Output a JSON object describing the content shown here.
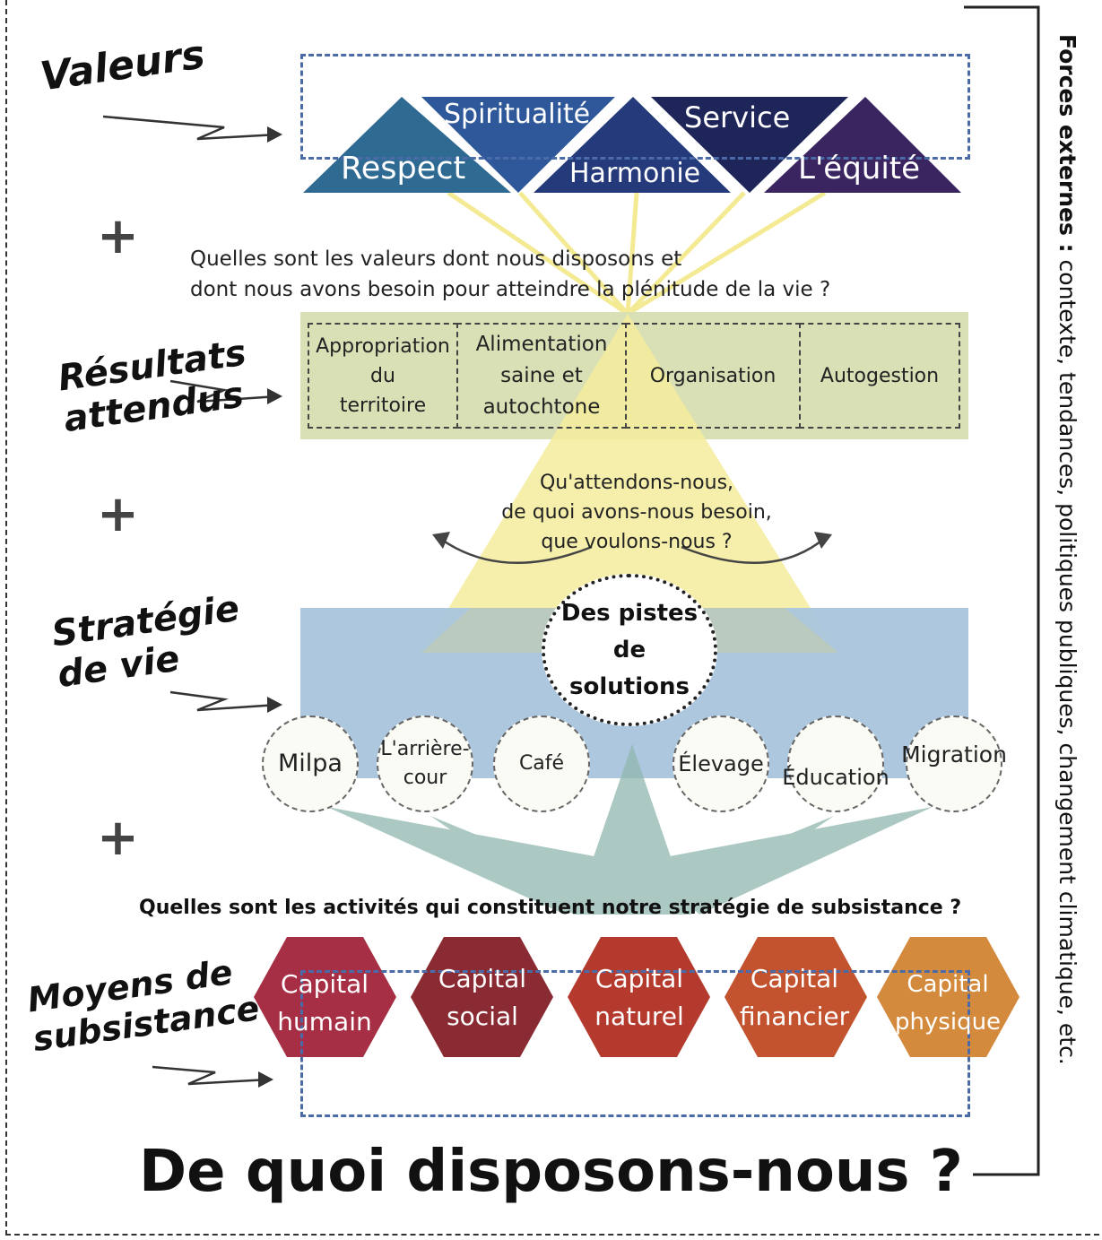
{
  "sections": {
    "values": "Valeurs",
    "results": "Résultats\nattendus",
    "strategy": "Stratégie\nde vie",
    "means": "Moyens de\nsubsistance"
  },
  "plus_sign": "+",
  "values": [
    "Respect",
    "Spiritualité",
    "Harmonie",
    "Service",
    "L'équité"
  ],
  "question_values": [
    "Quelles sont les valeurs dont nous disposons et",
    "dont nous avons besoin pour atteindre la plénitude de la vie ?"
  ],
  "results": {
    "r1": [
      "Appropriation",
      "du",
      "territoire"
    ],
    "r2": [
      "Alimentation",
      "saine et",
      "autochtone"
    ],
    "r3": "Organisation",
    "r4": "Autogestion"
  },
  "question_expect": [
    "Qu'attendons-nous,",
    "de quoi avons-nous besoin,",
    "que voulons-nous ?"
  ],
  "solutions": [
    "Des pistes",
    "de",
    "solutions"
  ],
  "activities": {
    "a1": "Milpa",
    "a2": [
      "L'arrière-",
      "cour"
    ],
    "a3": "Café",
    "a4": "Élevage",
    "a5": "Éducation",
    "a6": "Migration"
  },
  "question_activities": "Quelles sont les activités qui constituent notre stratégie de subsistance ?",
  "capitals": {
    "c1": [
      "Capital",
      "humain"
    ],
    "c2": [
      "Capital",
      "social"
    ],
    "c3": [
      "Capital",
      "naturel"
    ],
    "c4": [
      "Capital",
      "financier"
    ],
    "c5": [
      "Capital",
      "physique"
    ]
  },
  "footer_question": "De quoi disposons-nous ?",
  "external_forces": {
    "bold": "Forces externes :",
    "rest": " contexte, tendances, politiques publiques, changement climatique, etc."
  },
  "colors": {
    "values_triangles": [
      "#2f6a93",
      "#2e5899",
      "#243a7a",
      "#1e2659",
      "#3a2560"
    ],
    "results_band": "#d9e0b6",
    "strategy_band": "#a9c4dd",
    "yellow_triangle": "#f3ec9c",
    "capitals": [
      "#a62f45",
      "#8a2a32",
      "#b53a2e",
      "#c2532e",
      "#d48a3c"
    ]
  }
}
